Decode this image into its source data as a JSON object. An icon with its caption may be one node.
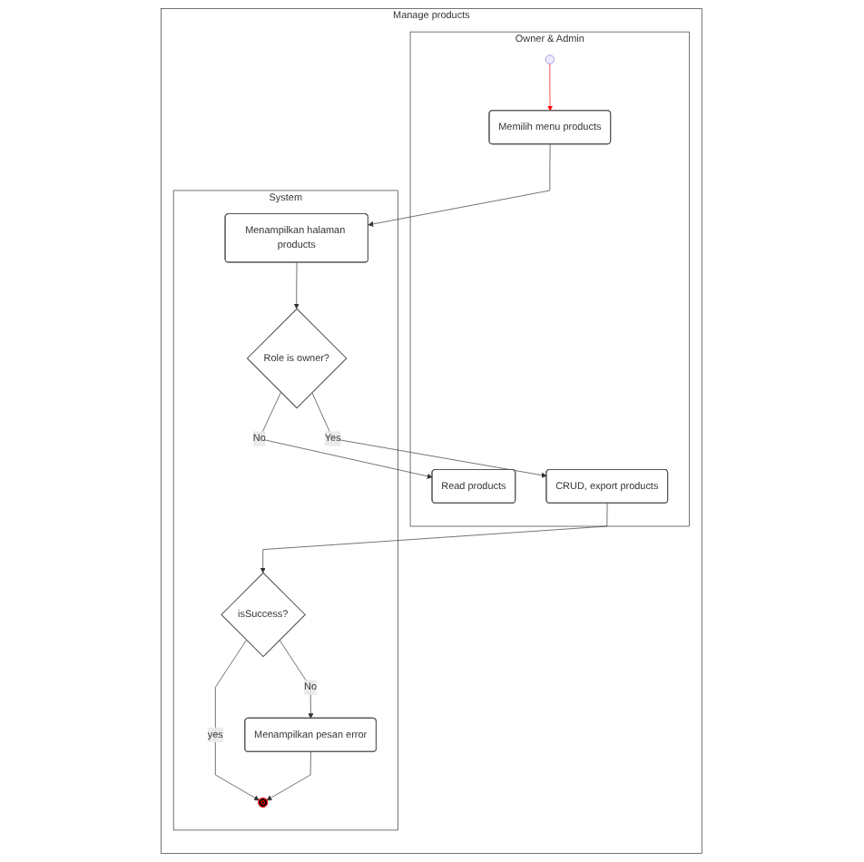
{
  "diagram": {
    "nodes": [
      {
        "text": [
          "Manage products"
        ]
      },
      {
        "text": [
          "Owner & Admin"
        ],
        "in": 0
      },
      {
        "text": [
          "System"
        ],
        "in": 0
      },
      {
        "text": [],
        "shape": "circle",
        "in": 1
      },
      {
        "text": [
          "Memilih menu products"
        ],
        "in": 1
      },
      {
        "text": [
          "Read products"
        ],
        "in": 1
      },
      {
        "text": [
          "CRUD, export products"
        ],
        "in": 1
      },
      {
        "text": [
          "Menampilkan halaman products"
        ],
        "in": 2
      },
      {
        "text": [
          "Role is owner?"
        ],
        "in": 2
      },
      {
        "text": [
          "isSuccess?"
        ],
        "in": 2
      },
      {
        "text": [
          "Menampilkan pesan error"
        ],
        "in": 2
      },
      {
        "text": [],
        "shape": "circle",
        "in": 2
      }
    ],
    "edges": [
      {
        "from": 3,
        "to": 4,
        "arrow": "to",
        "color": "#ff0000"
      },
      {
        "from": 4,
        "to": 7,
        "arrow": "to"
      },
      {
        "from": 7,
        "to": 8,
        "arrow": "to"
      },
      {
        "from": 8,
        "to": 5,
        "arrow": "to",
        "label": "No"
      },
      {
        "from": 8,
        "to": 6,
        "arrow": "to",
        "label": "Yes"
      },
      {
        "from": 6,
        "to": 9,
        "arrow": "to"
      },
      {
        "from": 9,
        "to": 10,
        "arrow": "to",
        "label": "No"
      },
      {
        "from": 9,
        "to": 11,
        "arrow": "to",
        "label": "yes"
      },
      {
        "from": 10,
        "to": 11,
        "arrow": "to"
      }
    ]
  }
}
